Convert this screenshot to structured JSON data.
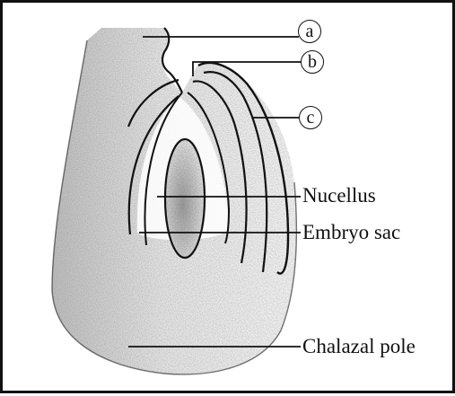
{
  "diagram": {
    "border_color": "#111111",
    "stroke_color": "#111111",
    "fill_color": "#d9d9d9",
    "callouts": {
      "a": "a",
      "b": "b",
      "c": "c"
    },
    "labels": {
      "nucellus": "Nucellus",
      "embryo_sac": "Embryo sac",
      "chalazal_pole": "Chalazal pole"
    }
  }
}
